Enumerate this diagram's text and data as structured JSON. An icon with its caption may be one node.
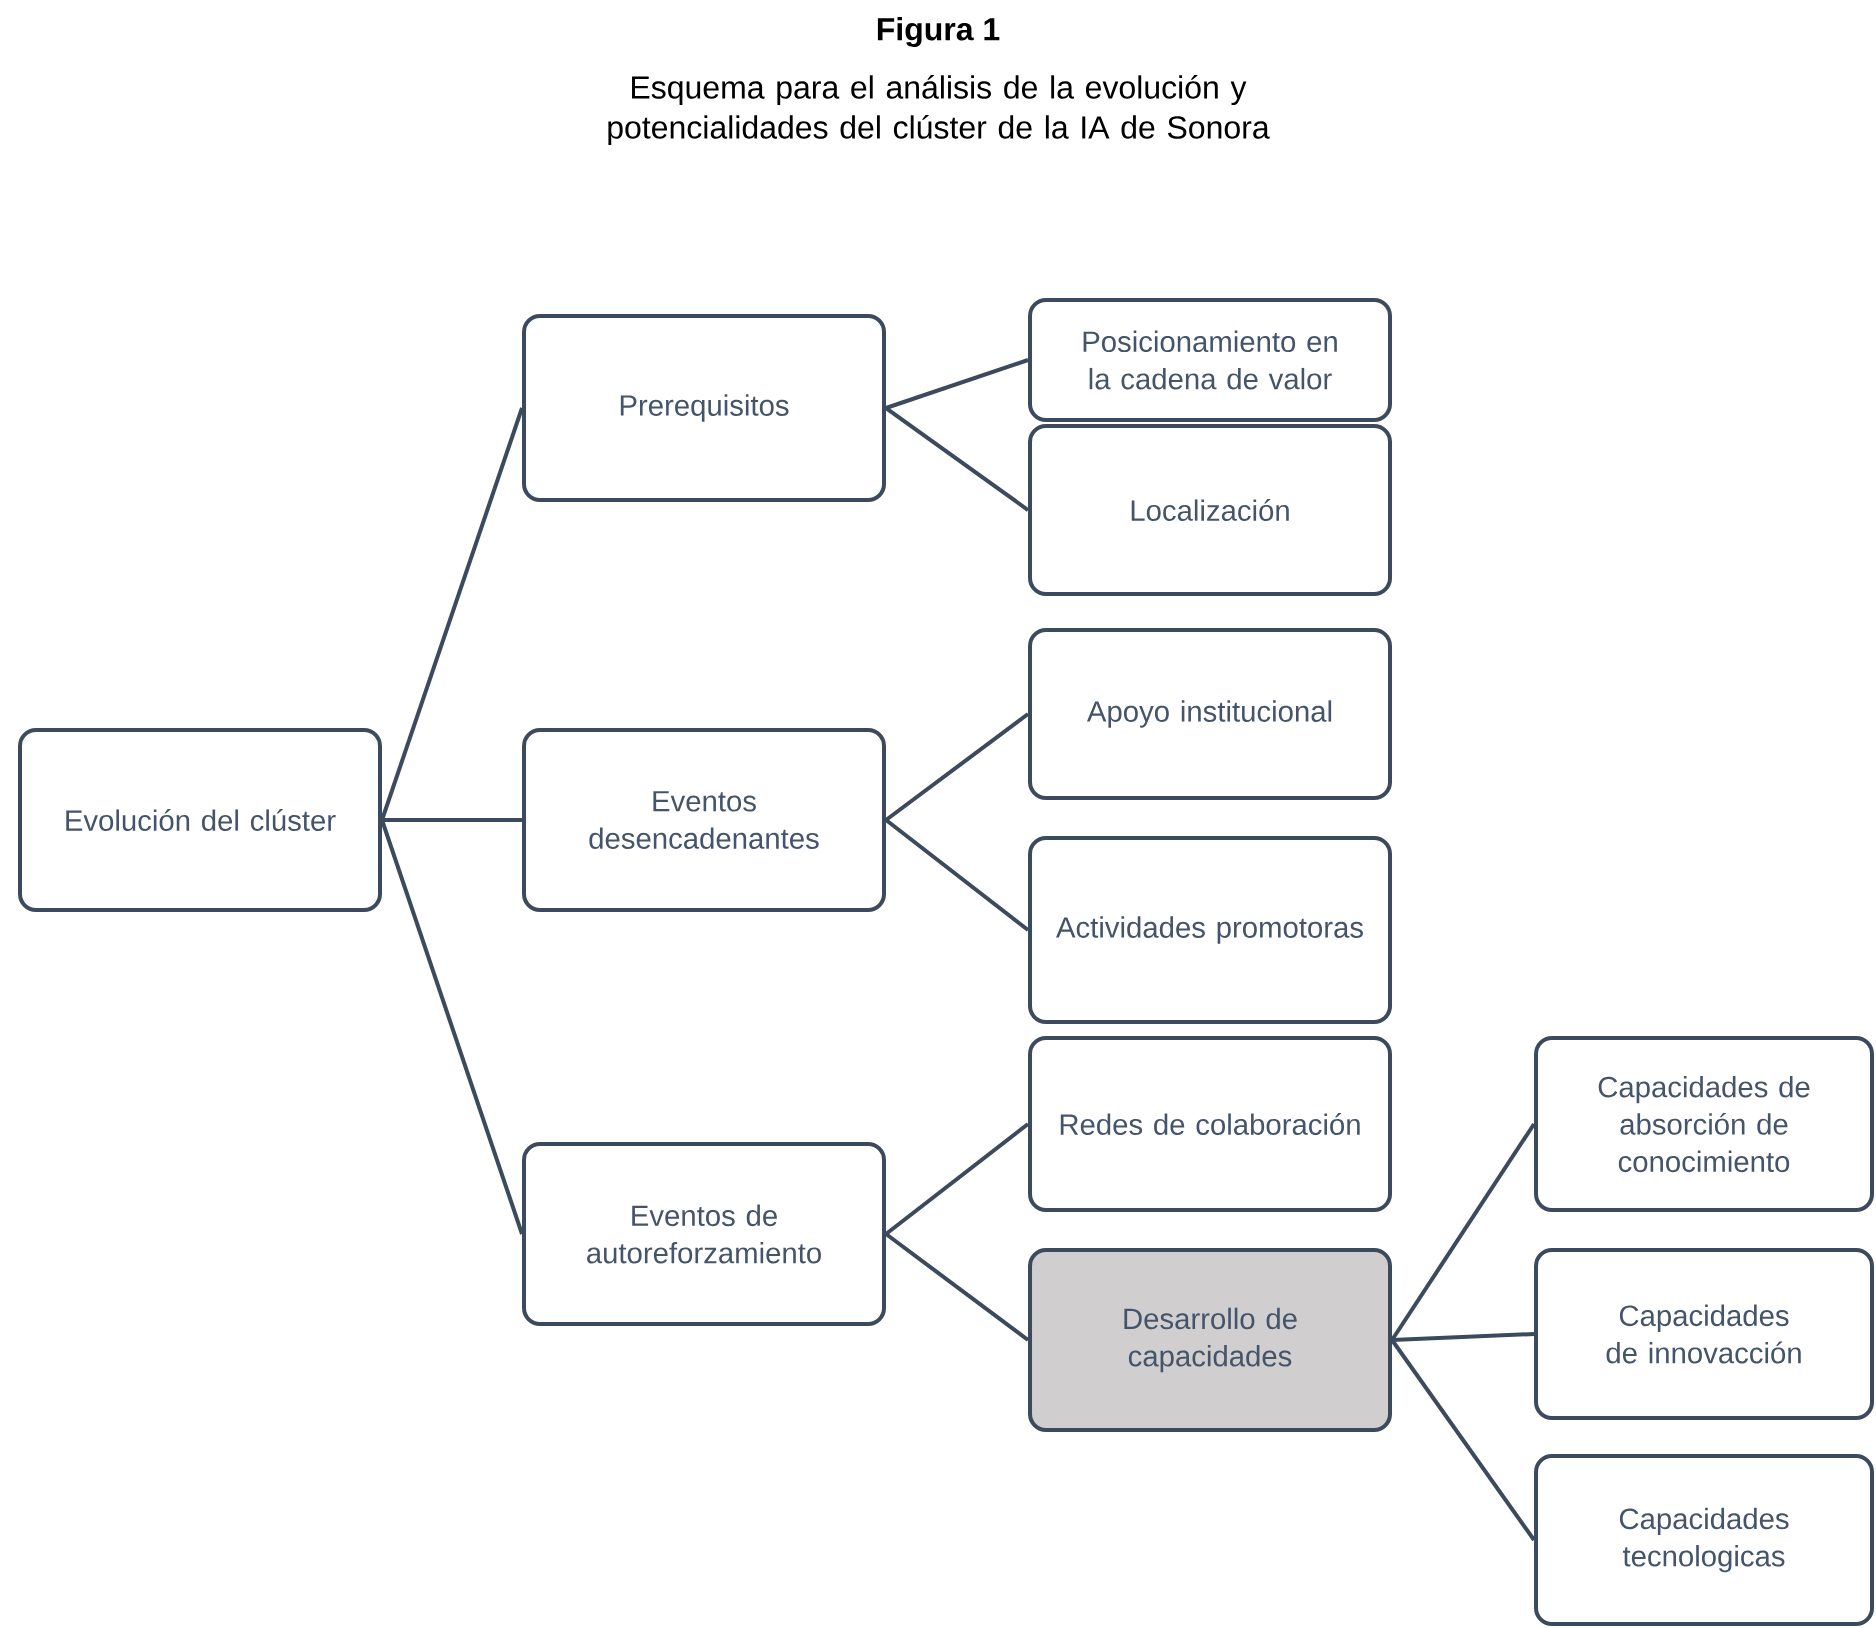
{
  "diagram": {
    "title": "Figura 1",
    "caption": "Esquema para el análisis de la evolución y potencialidades del clúster de la IA de Sonora",
    "nodes": [
      {
        "text": [
          "Evolución del clúster"
        ]
      },
      {
        "text": [
          "Prerequisitos"
        ]
      },
      {
        "text": [
          "Eventos desencadenantes"
        ]
      },
      {
        "text": [
          "Eventos de autoreforzamiento"
        ]
      },
      {
        "text": [
          "Posicionamiento en la cadena de valor"
        ]
      },
      {
        "text": [
          "Localización"
        ]
      },
      {
        "text": [
          "Apoyo institucional"
        ]
      },
      {
        "text": [
          "Actividades promotoras"
        ]
      },
      {
        "text": [
          "Redes de colaboración"
        ]
      },
      {
        "text": [
          "Desarrollo de capacidades"
        ]
      },
      {
        "text": [
          "Capacidades de absorción de conocimiento"
        ]
      },
      {
        "text": [
          "Capacidades de innovacción"
        ]
      },
      {
        "text": [
          "Capacidades tecnologicas"
        ]
      }
    ],
    "edges": [
      {
        "from": 0,
        "to": 1,
        "arrow": "none"
      },
      {
        "from": 0,
        "to": 2,
        "arrow": "none"
      },
      {
        "from": 0,
        "to": 3,
        "arrow": "none"
      },
      {
        "from": 1,
        "to": 4,
        "arrow": "none"
      },
      {
        "from": 1,
        "to": 5,
        "arrow": "none"
      },
      {
        "from": 2,
        "to": 6,
        "arrow": "none"
      },
      {
        "from": 2,
        "to": 7,
        "arrow": "none"
      },
      {
        "from": 3,
        "to": 8,
        "arrow": "none"
      },
      {
        "from": 3,
        "to": 9,
        "arrow": "none"
      },
      {
        "from": 9,
        "to": 10,
        "arrow": "none"
      },
      {
        "from": 9,
        "to": 11,
        "arrow": "none"
      },
      {
        "from": 9,
        "to": 12,
        "arrow": "none"
      }
    ]
  }
}
